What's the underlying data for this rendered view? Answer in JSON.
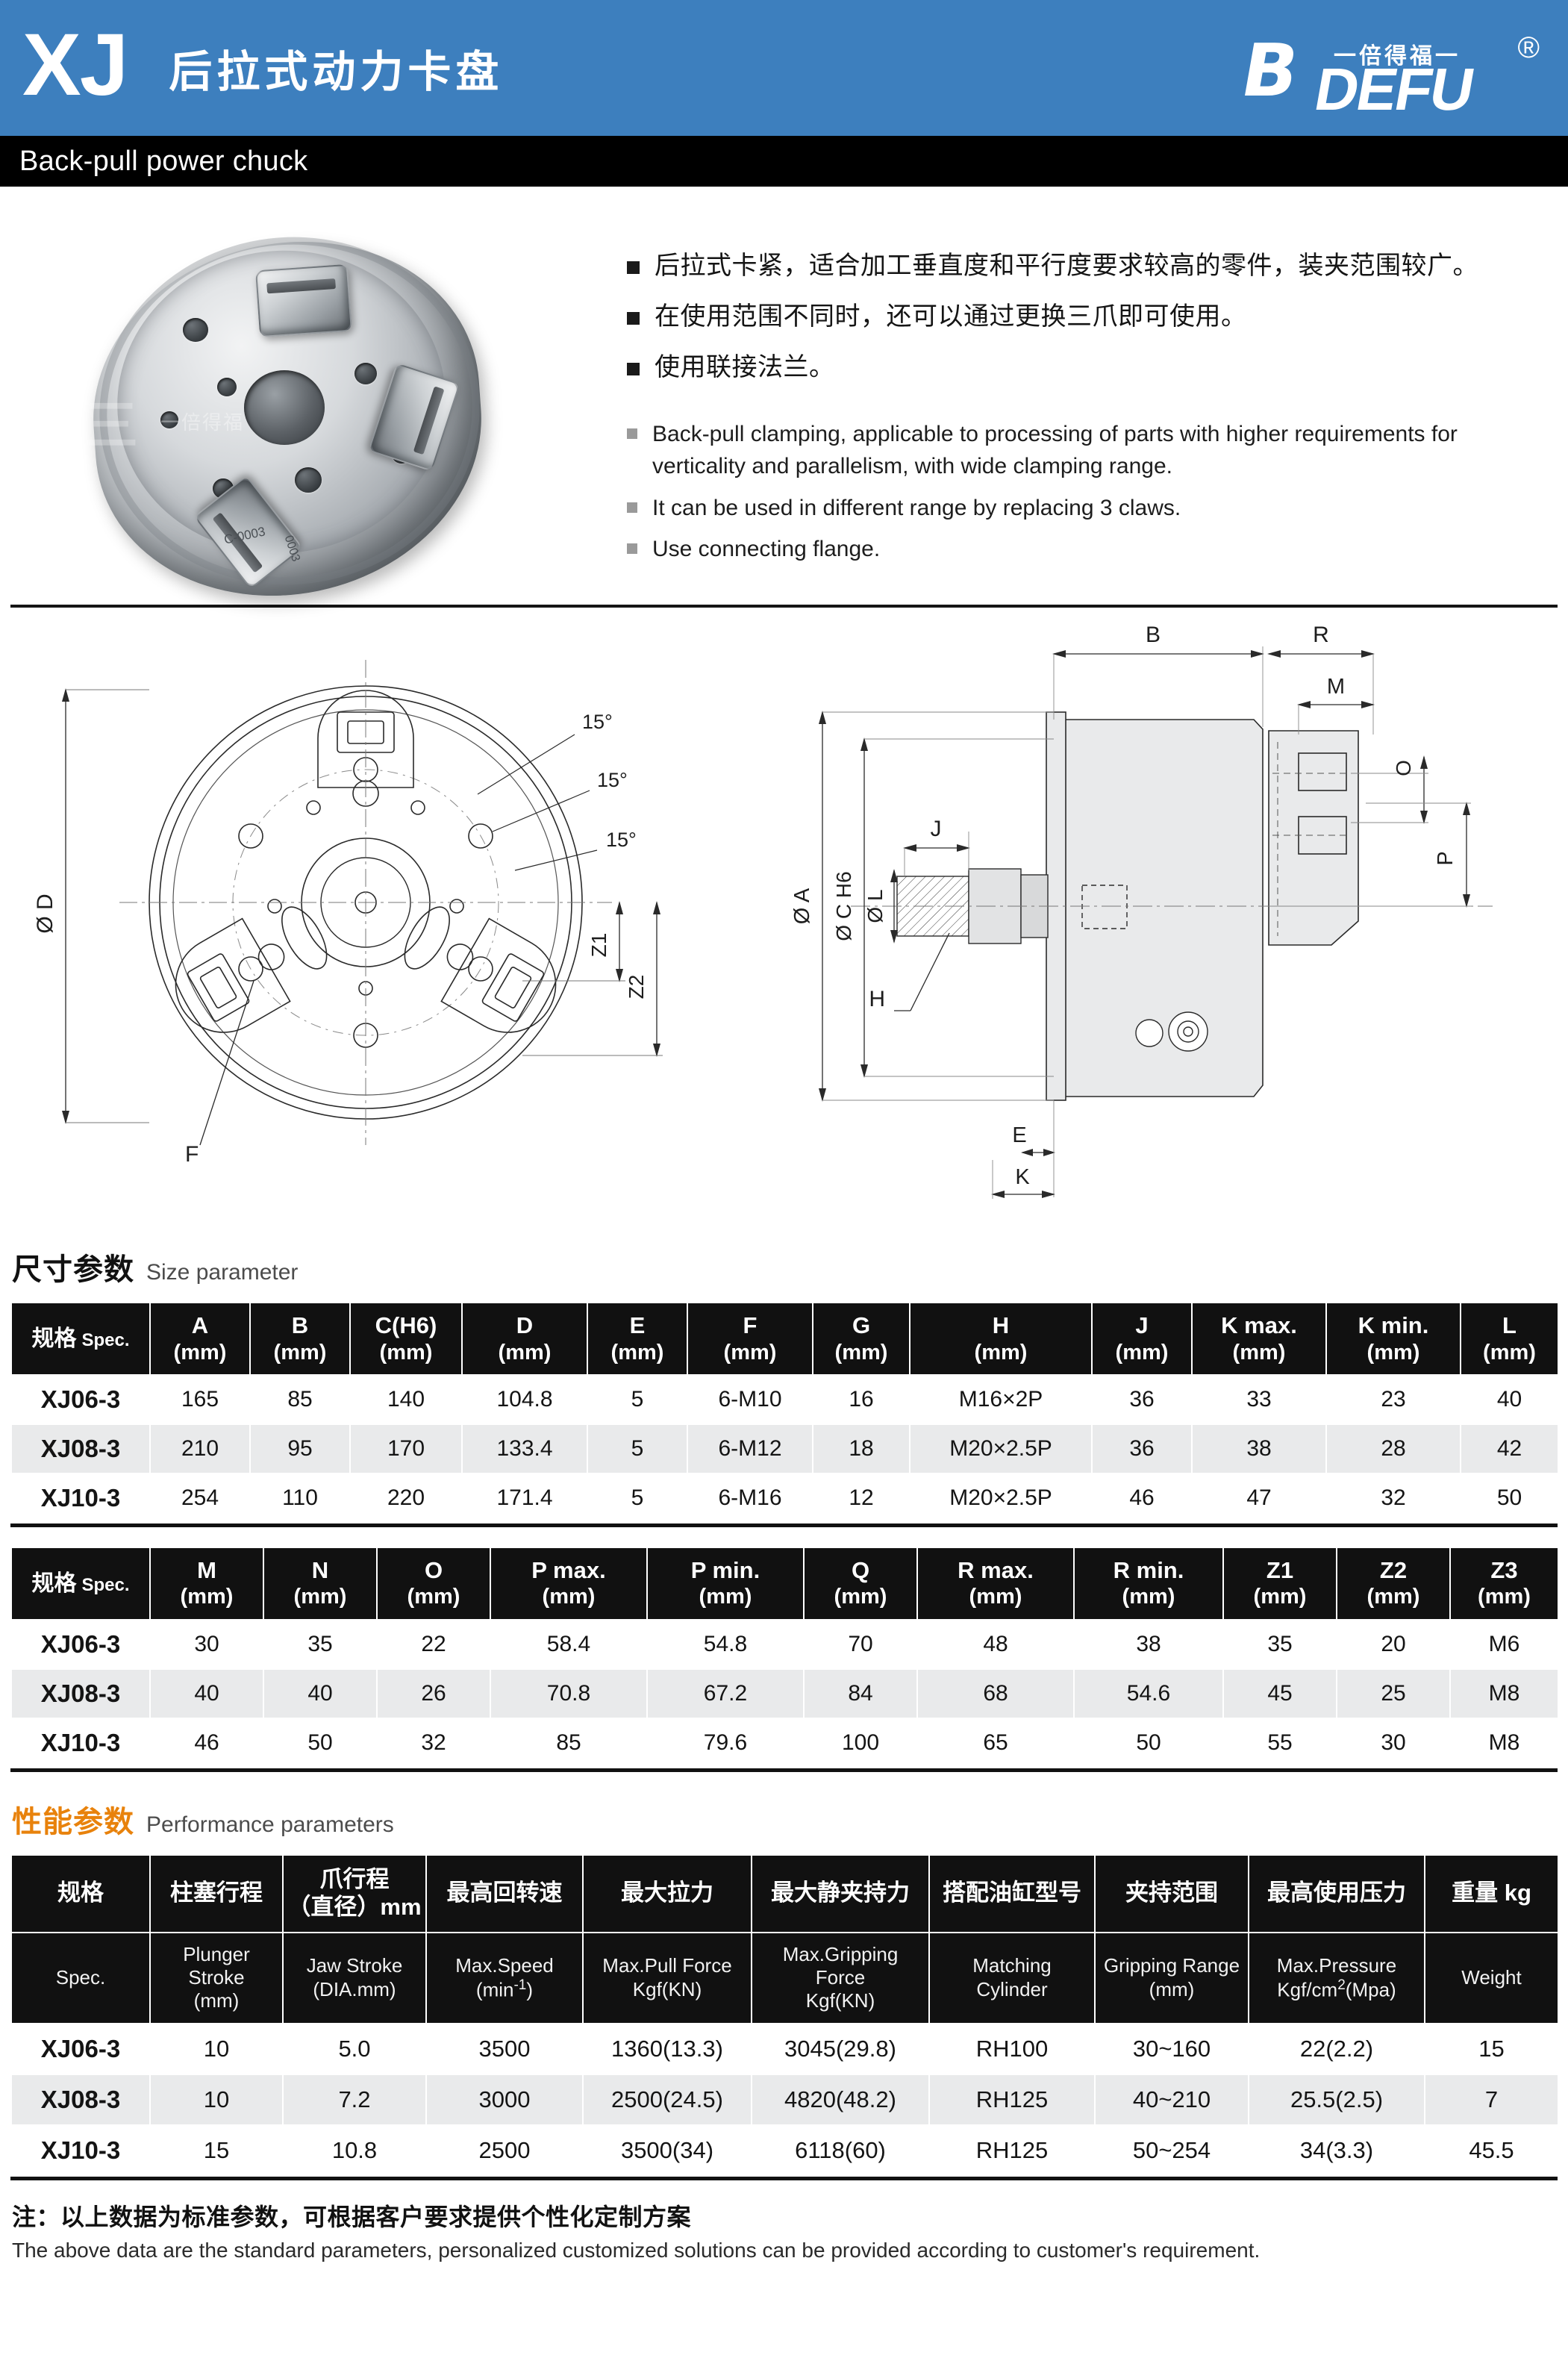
{
  "header": {
    "model_code": "XJ",
    "title_cn": "后拉式动力卡盘",
    "title_en": "Back-pull power chuck",
    "logo": {
      "mark": "B",
      "wordmark": "DEFU",
      "slogan_cn": "一倍得福一",
      "registered": "®"
    },
    "bar_color": "#3d7fbe",
    "subbar_color": "#000000"
  },
  "features": {
    "cn": [
      "后拉式卡紧，适合加工垂直度和平行度要求较高的零件，装夹范围较广。",
      "在使用范围不同时，还可以通过更换三爪即可使用。",
      "使用联接法兰。"
    ],
    "en": [
      "Back-pull clamping, applicable to processing of parts with higher requirements for verticality and parallelism, with wide clamping range.",
      "It can be used in different range by replacing 3 claws.",
      "Use connecting flange."
    ]
  },
  "drawings": {
    "front_view_labels": [
      "Ø D",
      "15°",
      "15°",
      "15°",
      "Z1",
      "Z2",
      "F"
    ],
    "section_view_labels": [
      "B",
      "R",
      "M",
      "O",
      "P",
      "J",
      "Ø A",
      "Ø C H6",
      "Ø L",
      "H",
      "E",
      "K"
    ]
  },
  "size_section": {
    "title_cn": "尺寸参数",
    "title_en": "Size parameter"
  },
  "size_table_1": {
    "spec_cn": "规格",
    "spec_en": "Spec.",
    "columns": [
      {
        "name": "A",
        "unit": "(mm)"
      },
      {
        "name": "B",
        "unit": "(mm)"
      },
      {
        "name": "C(H6)",
        "unit": "(mm)"
      },
      {
        "name": "D",
        "unit": "(mm)"
      },
      {
        "name": "E",
        "unit": "(mm)"
      },
      {
        "name": "F",
        "unit": "(mm)"
      },
      {
        "name": "G",
        "unit": "(mm)"
      },
      {
        "name": "H",
        "unit": "(mm)"
      },
      {
        "name": "J",
        "unit": "(mm)"
      },
      {
        "name": "K max.",
        "unit": "(mm)"
      },
      {
        "name": "K min.",
        "unit": "(mm)"
      },
      {
        "name": "L",
        "unit": "(mm)"
      }
    ],
    "rows": [
      {
        "spec": "XJ06-3",
        "values": [
          "165",
          "85",
          "140",
          "104.8",
          "5",
          "6-M10",
          "16",
          "M16×2P",
          "36",
          "33",
          "23",
          "40"
        ]
      },
      {
        "spec": "XJ08-3",
        "values": [
          "210",
          "95",
          "170",
          "133.4",
          "5",
          "6-M12",
          "18",
          "M20×2.5P",
          "36",
          "38",
          "28",
          "42"
        ]
      },
      {
        "spec": "XJ10-3",
        "values": [
          "254",
          "110",
          "220",
          "171.4",
          "5",
          "6-M16",
          "12",
          "M20×2.5P",
          "46",
          "47",
          "32",
          "50"
        ]
      }
    ]
  },
  "size_table_2": {
    "spec_cn": "规格",
    "spec_en": "Spec.",
    "columns": [
      {
        "name": "M",
        "unit": "(mm)"
      },
      {
        "name": "N",
        "unit": "(mm)"
      },
      {
        "name": "O",
        "unit": "(mm)"
      },
      {
        "name": "P max.",
        "unit": "(mm)"
      },
      {
        "name": "P min.",
        "unit": "(mm)"
      },
      {
        "name": "Q",
        "unit": "(mm)"
      },
      {
        "name": "R max.",
        "unit": "(mm)"
      },
      {
        "name": "R min.",
        "unit": "(mm)"
      },
      {
        "name": "Z1",
        "unit": "(mm)"
      },
      {
        "name": "Z2",
        "unit": "(mm)"
      },
      {
        "name": "Z3",
        "unit": "(mm)"
      }
    ],
    "rows": [
      {
        "spec": "XJ06-3",
        "values": [
          "30",
          "35",
          "22",
          "58.4",
          "54.8",
          "70",
          "48",
          "38",
          "35",
          "20",
          "M6"
        ]
      },
      {
        "spec": "XJ08-3",
        "values": [
          "40",
          "40",
          "26",
          "70.8",
          "67.2",
          "84",
          "68",
          "54.6",
          "45",
          "25",
          "M8"
        ]
      },
      {
        "spec": "XJ10-3",
        "values": [
          "46",
          "50",
          "32",
          "85",
          "79.6",
          "100",
          "65",
          "50",
          "55",
          "30",
          "M8"
        ]
      }
    ]
  },
  "perf_section": {
    "title_cn": "性能参数",
    "title_en": "Performance parameters"
  },
  "perf_table": {
    "columns_cn": [
      "规格",
      "柱塞行程",
      "爪行程\n（直径）mm",
      "最高回转速",
      "最大拉力",
      "最大静夹持力",
      "搭配油缸型号",
      "夹持范围",
      "最高使用压力",
      "重量 kg"
    ],
    "columns_en": [
      "Spec.",
      "Plunger Stroke (mm)",
      "Jaw Stroke (DIA.mm)",
      "Max.Speed (min-1)",
      "Max.Pull Force Kgf(KN)",
      "Max.Gripping Force Kgf(KN)",
      "Matching Cylinder",
      "Gripping Range (mm)",
      "Max.Pressure Kgf/cm2(Mpa)",
      "Weight"
    ],
    "rows": [
      {
        "spec": "XJ06-3",
        "values": [
          "10",
          "5.0",
          "3500",
          "1360(13.3)",
          "3045(29.8)",
          "RH100",
          "30~160",
          "22(2.2)",
          "15"
        ]
      },
      {
        "spec": "XJ08-3",
        "values": [
          "10",
          "7.2",
          "3000",
          "2500(24.5)",
          "4820(48.2)",
          "RH125",
          "40~210",
          "25.5(2.5)",
          "7"
        ]
      },
      {
        "spec": "XJ10-3",
        "values": [
          "15",
          "10.8",
          "2500",
          "3500(34)",
          "6118(60)",
          "RH125",
          "50~254",
          "34(3.3)",
          "45.5"
        ]
      }
    ]
  },
  "note": {
    "cn": "注：以上数据为标准参数，可根据客户要求提供个性化定制方案",
    "en": "The above data are the standard parameters, personalized customized solutions can be provided according to customer's requirement."
  }
}
